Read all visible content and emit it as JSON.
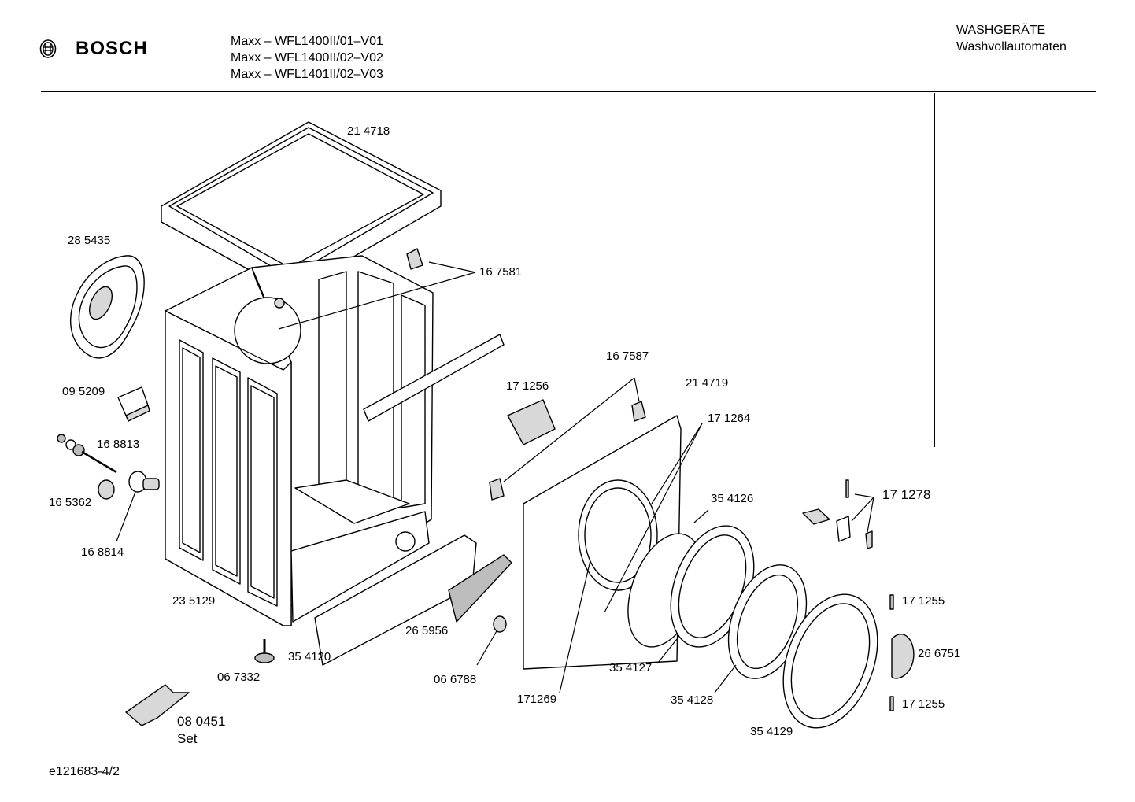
{
  "header": {
    "brand": "BOSCH",
    "models": [
      "Maxx – WFL1400II/01–V01",
      "Maxx – WFL1400II/02–V02",
      "Maxx – WFL1401II/02–V03"
    ],
    "category": [
      "WASHGERÄTE",
      "Washvollautomaten"
    ]
  },
  "icons": {
    "logo": "bosch-armature-icon"
  },
  "parts": {
    "p214718": "21 4718",
    "p285435": "28 5435",
    "p167581": "16 7581",
    "p095209": "09 5209",
    "p168813": "16 8813",
    "p165362": "16 5362",
    "p168814": "16 8814",
    "p235129": "23 5129",
    "p067332": "06 7332",
    "p354120": "35 4120",
    "p265956": "26 5956",
    "p066788": "06 6788",
    "p171256": "17 1256",
    "p167587": "16 7587",
    "p214719": "21 4719",
    "p171264": "17 1264",
    "p354126": "35 4126",
    "p171278": "17 1278",
    "p171255a": "17 1255",
    "p266751": "26 6751",
    "p171255b": "17 1255",
    "p354127": "35 4127",
    "p171269": "171269",
    "p354128": "35 4128",
    "p354129": "35 4129",
    "p080451": "08 0451",
    "set": "Set"
  },
  "footer": {
    "doc_id": "e121683-4/2"
  }
}
